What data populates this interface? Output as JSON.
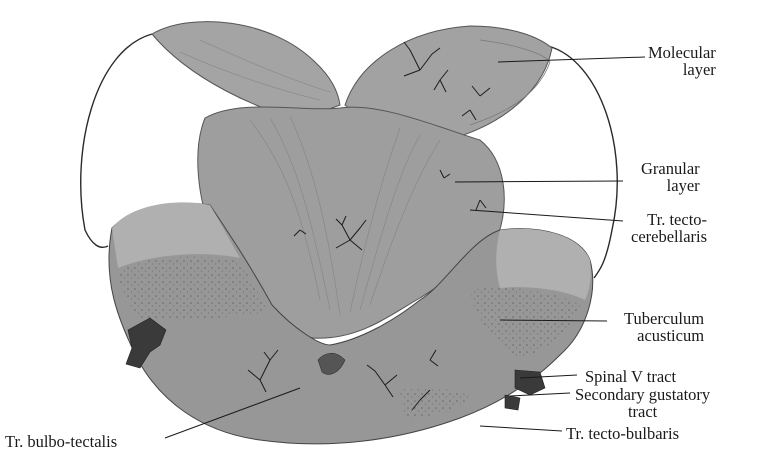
{
  "labels": {
    "molecular_layer": [
      "Molecular",
      "layer"
    ],
    "granular_layer": [
      "Granular",
      "layer"
    ],
    "tr_tecto_cerebellaris": [
      "Tr. tecto-",
      "cerebellaris"
    ],
    "tuberculum_acusticum": [
      "Tuberculum",
      "acusticum"
    ],
    "spinal_v_tract": "Spinal V tract",
    "secondary_gustatory_tract": [
      "Secondary gustatory",
      "tract"
    ],
    "tr_tecto_bulbaris": "Tr. tecto-bulbaris",
    "tr_bulbo_tectalis": "Tr. bulbo-tectalis"
  },
  "colors": {
    "tissue": "#9c9c9c",
    "tissue_light": "#b2b2b2",
    "tissue_dark": "#838383",
    "neuron": "#1c1c1c",
    "leader_line": "#1a1a1a"
  }
}
